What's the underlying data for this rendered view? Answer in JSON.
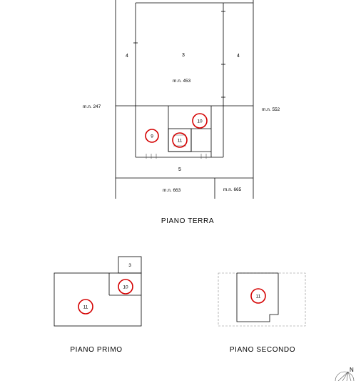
{
  "plan_terra": {
    "title": "PIANO  TERRA",
    "labels": {
      "mappale_453": "m.n. 453",
      "mappale_247": "m.n. 247",
      "mappale_552": "m.n. 552",
      "mappale_663": "m.n. 663",
      "mappale_665": "m.n. 665",
      "sub_3": "3",
      "sub_4_left": "4",
      "sub_4_right": "4",
      "sub_5": "5",
      "sub_9": "9",
      "sub_10": "10",
      "sub_11": "11"
    }
  },
  "plan_primo": {
    "title": "PIANO  PRIMO",
    "labels": {
      "sub_3": "3",
      "sub_10": "10",
      "sub_11": "11"
    }
  },
  "plan_secondo": {
    "title": "PIANO  SECONDO",
    "labels": {
      "sub_11": "11"
    }
  },
  "north_arrow": {
    "letter": "N"
  },
  "colors": {
    "highlight_circle": "#d40000",
    "line": "#000000"
  }
}
